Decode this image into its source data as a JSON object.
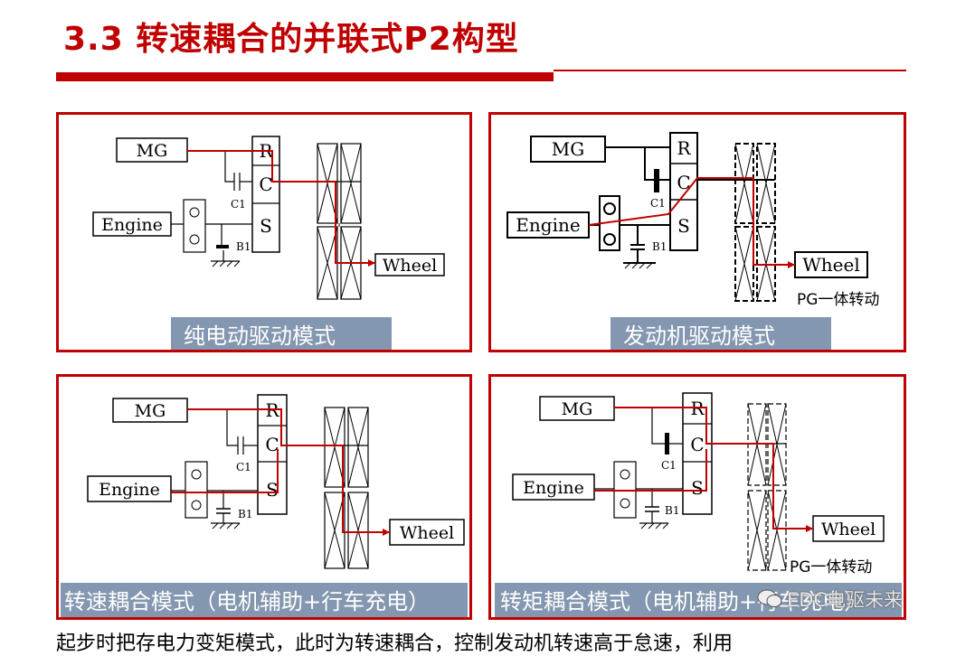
{
  "title": "3.3 转速耦合的并联式P2构型",
  "labels": {
    "mg": "MG",
    "engine": "Engine",
    "wheel": "Wheel",
    "r": "R",
    "c": "C",
    "s": "S",
    "c1": "C1",
    "b1": "B1"
  },
  "panels": [
    {
      "mode": "纯电动驱动模式"
    },
    {
      "mode": "发动机驱动模式",
      "note": "PG一体转动"
    },
    {
      "mode": "转速耦合模式（电机辅助+行车充电）"
    },
    {
      "mode": "转矩耦合模式（电机辅助+行车充电）",
      "note": "PG一体转动"
    }
  ],
  "bottom_text": "起步时把存电力变矩模式，此时为转速耦合，控制发动机转速高于怠速，利用",
  "watermark": "EDC电驱未来",
  "colors": {
    "accent": "#c00000",
    "banner": "#8497b0"
  }
}
